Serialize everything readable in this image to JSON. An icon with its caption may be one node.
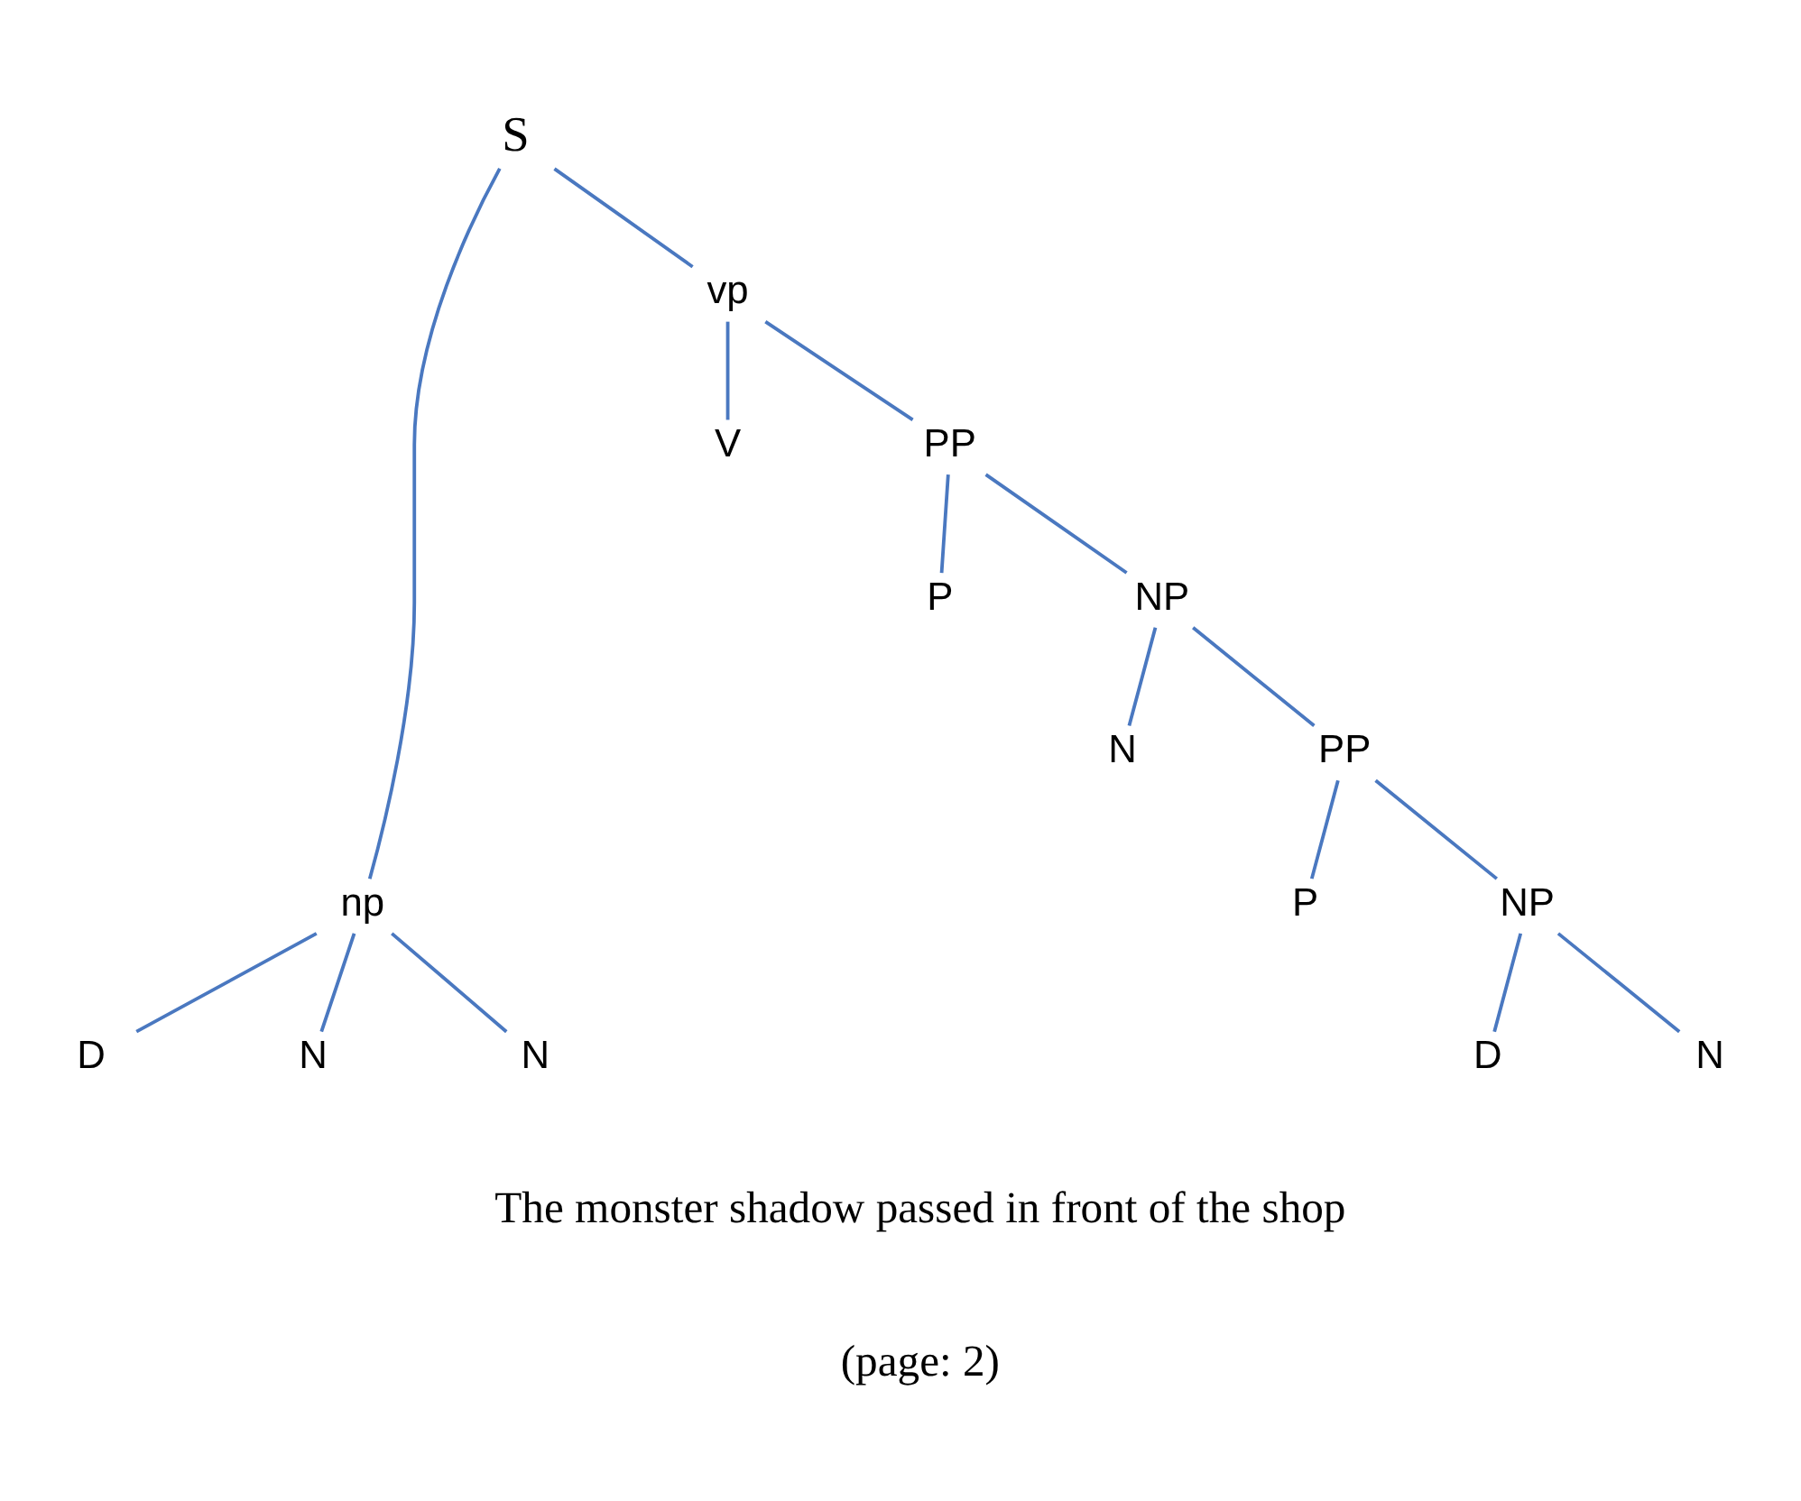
{
  "diagram": {
    "nodes": [
      {
        "text": [
          "S"
        ]
      },
      {
        "text": [
          "np"
        ]
      },
      {
        "text": [
          "vp"
        ]
      },
      {
        "text": [
          "D"
        ]
      },
      {
        "text": [
          "N"
        ]
      },
      {
        "text": [
          "N"
        ]
      },
      {
        "text": [
          "V"
        ]
      },
      {
        "text": [
          "PP"
        ]
      },
      {
        "text": [
          "P"
        ]
      },
      {
        "text": [
          "NP"
        ]
      },
      {
        "text": [
          "N"
        ]
      },
      {
        "text": [
          "PP"
        ]
      },
      {
        "text": [
          "P"
        ]
      },
      {
        "text": [
          "NP"
        ]
      },
      {
        "text": [
          "D"
        ]
      },
      {
        "text": [
          "N"
        ]
      }
    ],
    "edges": [
      {
        "from": 0,
        "to": 1,
        "arrow": "none"
      },
      {
        "from": 0,
        "to": 2,
        "arrow": "none"
      },
      {
        "from": 1,
        "to": 3,
        "arrow": "none"
      },
      {
        "from": 1,
        "to": 4,
        "arrow": "none"
      },
      {
        "from": 1,
        "to": 5,
        "arrow": "none"
      },
      {
        "from": 2,
        "to": 6,
        "arrow": "none"
      },
      {
        "from": 2,
        "to": 7,
        "arrow": "none"
      },
      {
        "from": 7,
        "to": 8,
        "arrow": "none"
      },
      {
        "from": 7,
        "to": 9,
        "arrow": "none"
      },
      {
        "from": 9,
        "to": 10,
        "arrow": "none"
      },
      {
        "from": 9,
        "to": 11,
        "arrow": "none"
      },
      {
        "from": 11,
        "to": 12,
        "arrow": "none"
      },
      {
        "from": 11,
        "to": 13,
        "arrow": "none"
      },
      {
        "from": 13,
        "to": 14,
        "arrow": "none"
      },
      {
        "from": 13,
        "to": 15,
        "arrow": "none"
      }
    ],
    "labels": [
      "The monster shadow passed in front of the shop",
      "(page: 2)"
    ]
  }
}
